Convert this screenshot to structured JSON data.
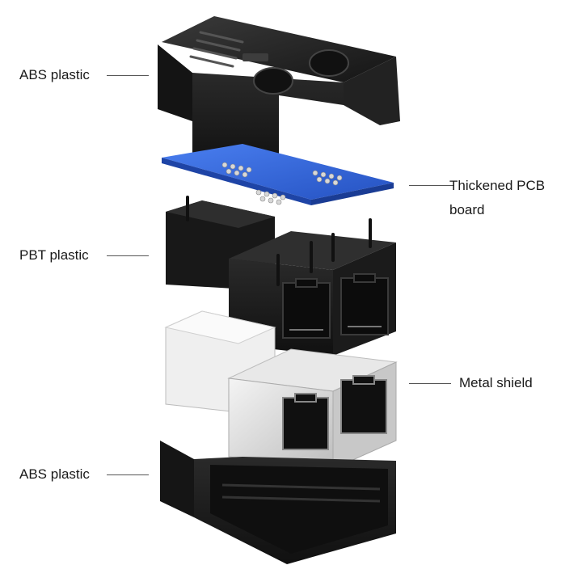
{
  "labels": {
    "abs_top": "ABS plastic",
    "pbt": "PBT plastic",
    "abs_bottom": "ABS plastic",
    "pcb_line1": "Thickened PCB",
    "pcb_line2": "board",
    "metal": "Metal shield"
  },
  "colors": {
    "abs_black": "#1c1c1c",
    "pcb_blue": "#2f62d6",
    "metal_silver": "#d9d9d9",
    "pins_gold": "#c9a54a"
  },
  "icons": [
    "rj45-port-icon",
    "logo-badge-icon"
  ]
}
